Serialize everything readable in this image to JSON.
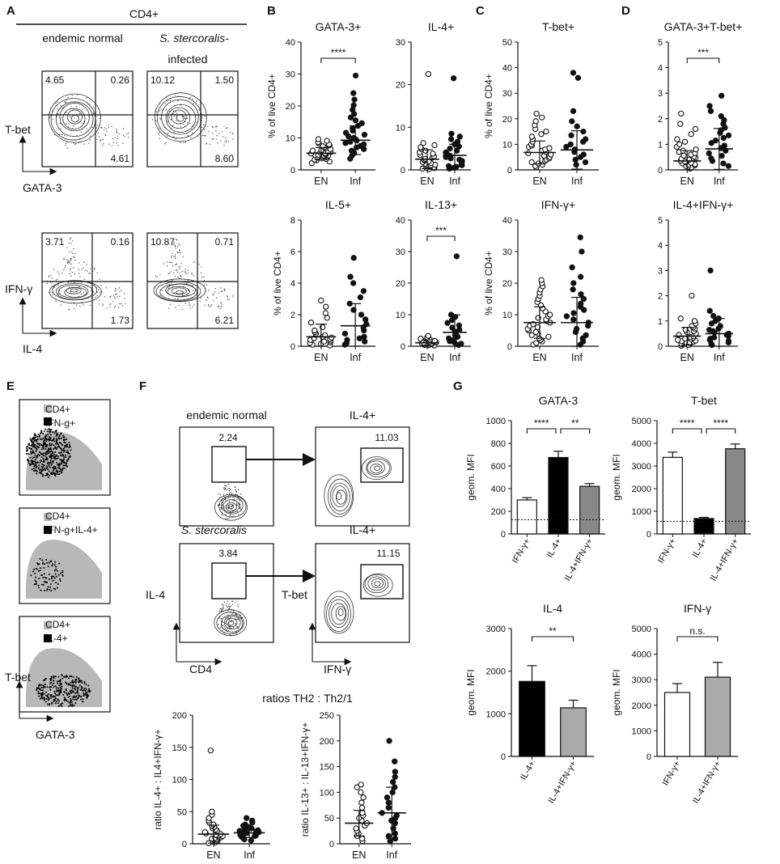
{
  "panel_letters": [
    "A",
    "B",
    "C",
    "D",
    "E",
    "F",
    "G"
  ],
  "panel_a": {
    "header": "CD4+",
    "col_headers": [
      "endemic normal",
      "S. stercoralis-",
      "infected"
    ],
    "top_row": {
      "y_label": "T-bet",
      "x_label": "GATA-3",
      "plots": [
        {
          "ul": "4.65",
          "ur": "0.26",
          "lr": "4.61"
        },
        {
          "ul": "10.12",
          "ur": "1.50",
          "lr": "8.60"
        }
      ]
    },
    "bottom_row": {
      "y_label": "IFN-γ",
      "x_label": "IL-4",
      "plots": [
        {
          "ul": "3.71",
          "ur": "0.16",
          "lr": "1.73"
        },
        {
          "ul": "10.87",
          "ur": "0.71",
          "lr": "6.21"
        }
      ]
    }
  },
  "panel_e": {
    "legends": [
      {
        "bg": "CD4+",
        "fg": "IFN-g+"
      },
      {
        "bg": "CD4+",
        "fg": "IFN-g+IL-4+"
      },
      {
        "bg": "CD4+",
        "fg": "IL-4+"
      }
    ],
    "y_label": "T-bet",
    "x_label": "GATA-3",
    "colors": {
      "background": "#b8b8b8",
      "foreground": "#000000"
    }
  },
  "panel_f": {
    "rows": [
      {
        "group_label": "endemic normal",
        "gate_value": "2.24",
        "right_title": "IL-4+",
        "right_value": "11.03"
      },
      {
        "group_label": "S. stercoralis",
        "gate_value": "3.84",
        "right_title": "IL-4+",
        "right_value": "11.15"
      }
    ],
    "left_y_label": "IL-4",
    "left_x_label": "CD4",
    "right_y_label": "T-bet",
    "right_x_label": "IFN-γ",
    "ratio_title": "ratios TH2 : Th2/1"
  },
  "panel_g_titles": [
    "GATA-3",
    "T-bet",
    "IL-4",
    "IFN-γ"
  ],
  "chart_data": [
    {
      "panel": "B",
      "type": "scatter",
      "title": "GATA-3+",
      "ylabel": "% of live CD4+",
      "categories": [
        "EN",
        "Inf"
      ],
      "ylim": [
        0,
        40
      ],
      "yticks": [
        0,
        10,
        20,
        30,
        40
      ],
      "significance": "****",
      "series": [
        {
          "name": "EN",
          "values": [
            2.1,
            2.6,
            3.0,
            3.2,
            3.4,
            3.6,
            3.8,
            3.9,
            4.0,
            4.1,
            4.3,
            4.4,
            4.5,
            4.6,
            4.7,
            4.8,
            5.0,
            5.1,
            5.2,
            5.4,
            5.6,
            5.8,
            6.0,
            6.2,
            6.5,
            6.8,
            7.1,
            7.4,
            7.7,
            8.0,
            8.3,
            8.7,
            9.1,
            9.6
          ],
          "mean": 5.2,
          "sd": 1.8
        },
        {
          "name": "Inf",
          "values": [
            3.5,
            4.5,
            5.3,
            6.0,
            6.5,
            7.0,
            7.5,
            8.0,
            8.4,
            8.8,
            9.2,
            9.6,
            10.0,
            10.5,
            11.0,
            11.6,
            12.3,
            13.0,
            13.8,
            14.6,
            15.5,
            16.4,
            17.5,
            18.8,
            20.2,
            22.0,
            24.0,
            29.5
          ],
          "mean": 9.3,
          "sd": 4.5
        }
      ]
    },
    {
      "panel": "B",
      "type": "scatter",
      "title": "IL-4+",
      "ylabel": "",
      "categories": [
        "EN",
        "Inf"
      ],
      "ylim": [
        0,
        30
      ],
      "yticks": [
        0,
        10,
        20,
        30
      ],
      "series": [
        {
          "name": "EN",
          "values": [
            0.2,
            0.3,
            0.4,
            0.5,
            0.6,
            0.7,
            0.8,
            0.9,
            1.0,
            1.1,
            1.2,
            1.4,
            1.6,
            1.8,
            2.0,
            2.2,
            2.4,
            2.6,
            2.9,
            3.2,
            3.5,
            3.8,
            4.1,
            4.5,
            4.9,
            5.3,
            5.8,
            6.3,
            22.5
          ],
          "mean": 2.5,
          "sd": 2.2
        },
        {
          "name": "Inf",
          "values": [
            0.3,
            0.5,
            0.7,
            0.9,
            1.1,
            1.3,
            1.5,
            1.8,
            2.1,
            2.4,
            2.7,
            3.0,
            3.3,
            3.7,
            4.1,
            4.5,
            5.0,
            5.5,
            6.0,
            6.6,
            7.2,
            7.8,
            8.5,
            21.5
          ],
          "mean": 3.4,
          "sd": 2.6
        }
      ]
    },
    {
      "panel": "B",
      "type": "scatter",
      "title": "IL-5+",
      "ylabel": "% of live CD4+",
      "categories": [
        "EN",
        "Inf"
      ],
      "ylim": [
        0,
        8
      ],
      "yticks": [
        0,
        2,
        4,
        6,
        8
      ],
      "series": [
        {
          "name": "EN",
          "values": [
            0.05,
            0.1,
            0.15,
            0.2,
            0.25,
            0.3,
            0.35,
            0.4,
            0.45,
            0.5,
            0.55,
            0.6,
            0.7,
            0.8,
            0.9,
            1.0,
            1.2,
            1.5,
            1.8,
            2.1,
            2.5,
            2.9
          ],
          "mean": 0.6,
          "sd": 0.8
        },
        {
          "name": "Inf",
          "values": [
            0.1,
            0.2,
            0.3,
            0.4,
            0.5,
            0.6,
            0.8,
            1.0,
            1.2,
            1.4,
            1.7,
            2.0,
            2.3,
            2.7,
            3.1,
            3.5,
            4.0,
            4.4,
            5.6
          ],
          "mean": 1.3,
          "sd": 1.4
        }
      ]
    },
    {
      "panel": "B",
      "type": "scatter",
      "title": "IL-13+",
      "ylabel": "",
      "categories": [
        "EN",
        "Inf"
      ],
      "ylim": [
        0,
        40
      ],
      "yticks": [
        0,
        10,
        20,
        30,
        40
      ],
      "significance": "***",
      "series": [
        {
          "name": "EN",
          "values": [
            0.2,
            0.3,
            0.4,
            0.5,
            0.6,
            0.7,
            0.8,
            0.9,
            1.0,
            1.1,
            1.2,
            1.3,
            1.4,
            1.5,
            1.7,
            1.9,
            2.1,
            2.4,
            2.8,
            3.3
          ],
          "mean": 1.1,
          "sd": 0.9
        },
        {
          "name": "Inf",
          "values": [
            0.4,
            0.8,
            1.2,
            1.6,
            2.0,
            2.5,
            3.0,
            3.5,
            4.0,
            4.6,
            5.2,
            5.9,
            6.6,
            7.4,
            8.3,
            9.3,
            10.0,
            28.5
          ],
          "mean": 4.4,
          "sd": 5.5
        }
      ]
    },
    {
      "panel": "C",
      "type": "scatter",
      "title": "T-bet+",
      "ylabel": "% of live CD4+",
      "categories": [
        "EN",
        "Inf"
      ],
      "ylim": [
        0,
        50
      ],
      "yticks": [
        0,
        10,
        20,
        30,
        40,
        50
      ],
      "series": [
        {
          "name": "EN",
          "values": [
            1.0,
            1.5,
            2.0,
            2.5,
            3.0,
            3.5,
            4.0,
            4.5,
            5.0,
            5.5,
            6.0,
            6.5,
            7.0,
            7.5,
            8.0,
            8.5,
            9.0,
            9.5,
            10.0,
            11.0,
            12.0,
            13.0,
            14.0,
            15.0,
            16.0,
            17.5,
            19.0,
            20.5,
            22.0
          ],
          "mean": 6.8,
          "sd": 4.5
        },
        {
          "name": "Inf",
          "values": [
            2.0,
            3.0,
            4.0,
            5.0,
            6.0,
            7.0,
            8.0,
            9.0,
            10.0,
            11.0,
            12.0,
            13.5,
            15.0,
            17.0,
            19.0,
            23.0,
            36.0,
            38.0
          ],
          "mean": 7.8,
          "sd": 7.5
        }
      ]
    },
    {
      "panel": "C",
      "type": "scatter",
      "title": "IFN-γ+",
      "ylabel": "% of live CD4+",
      "categories": [
        "EN",
        "Inf"
      ],
      "ylim": [
        0,
        40
      ],
      "yticks": [
        0,
        10,
        20,
        30,
        40
      ],
      "series": [
        {
          "name": "EN",
          "values": [
            0.5,
            1.0,
            1.5,
            2.0,
            2.5,
            3.0,
            3.5,
            4.0,
            4.5,
            5.0,
            5.5,
            6.0,
            6.5,
            7.0,
            7.5,
            8.0,
            8.5,
            9.0,
            9.5,
            10.0,
            11.0,
            12.0,
            13.0,
            14.0,
            15.0,
            16.0,
            17.0,
            18.0,
            19.0,
            20.0,
            21.0
          ],
          "mean": 7.5,
          "sd": 5.0
        },
        {
          "name": "Inf",
          "values": [
            0.5,
            1.5,
            2.5,
            3.5,
            4.5,
            5.5,
            6.5,
            7.5,
            8.5,
            9.5,
            10.5,
            11.5,
            12.5,
            13.5,
            15.0,
            16.5,
            18.0,
            20.0,
            22.0,
            25.0,
            30.0,
            34.5
          ],
          "mean": 7.5,
          "sd": 8.0
        }
      ]
    },
    {
      "panel": "D",
      "type": "scatter",
      "title": "GATA-3+T-bet+",
      "ylabel": "",
      "categories": [
        "EN",
        "Inf"
      ],
      "ylim": [
        0,
        5
      ],
      "yticks": [
        0,
        1,
        2,
        3,
        4,
        5
      ],
      "significance": "***",
      "series": [
        {
          "name": "EN",
          "values": [
            0.05,
            0.1,
            0.12,
            0.15,
            0.18,
            0.2,
            0.22,
            0.25,
            0.28,
            0.3,
            0.33,
            0.36,
            0.4,
            0.44,
            0.48,
            0.52,
            0.56,
            0.6,
            0.65,
            0.7,
            0.75,
            0.8,
            0.9,
            1.0,
            1.1,
            1.2,
            1.4,
            1.6,
            1.8,
            2.2
          ],
          "mean": 0.35,
          "sd": 0.4
        },
        {
          "name": "Inf",
          "values": [
            0.15,
            0.25,
            0.35,
            0.45,
            0.55,
            0.65,
            0.75,
            0.85,
            0.95,
            1.05,
            1.15,
            1.25,
            1.35,
            1.45,
            1.55,
            1.65,
            1.8,
            1.95,
            2.1,
            2.3,
            2.5,
            2.9
          ],
          "mean": 0.82,
          "sd": 0.8
        }
      ]
    },
    {
      "panel": "D",
      "type": "scatter",
      "title": "IL-4+IFN-γ+",
      "ylabel": "",
      "categories": [
        "EN",
        "Inf"
      ],
      "ylim": [
        0,
        5
      ],
      "yticks": [
        0,
        1,
        2,
        3,
        4,
        5
      ],
      "series": [
        {
          "name": "EN",
          "values": [
            0.02,
            0.05,
            0.08,
            0.1,
            0.12,
            0.15,
            0.18,
            0.2,
            0.22,
            0.25,
            0.28,
            0.3,
            0.33,
            0.36,
            0.4,
            0.45,
            0.5,
            0.55,
            0.6,
            0.65,
            0.7,
            0.75,
            0.8,
            0.9,
            1.0,
            1.1,
            2.0
          ],
          "mean": 0.4,
          "sd": 0.35
        },
        {
          "name": "Inf",
          "values": [
            0.05,
            0.1,
            0.15,
            0.2,
            0.25,
            0.3,
            0.35,
            0.4,
            0.45,
            0.5,
            0.55,
            0.6,
            0.65,
            0.7,
            0.8,
            0.9,
            1.0,
            1.1,
            1.2,
            1.4,
            3.0
          ],
          "mean": 0.5,
          "sd": 0.6
        }
      ]
    },
    {
      "panel": "F",
      "type": "scatter",
      "title": "",
      "ylabel": "ratio IL-4+ : IL4+IFN-γ+",
      "categories": [
        "EN",
        "Inf"
      ],
      "ylim": [
        0,
        200
      ],
      "yticks": [
        0,
        50,
        100,
        150,
        200
      ],
      "series": [
        {
          "name": "EN",
          "values": [
            1,
            2,
            3,
            4,
            5,
            6,
            7,
            8,
            9,
            10,
            11,
            12,
            13,
            14,
            15,
            16,
            18,
            20,
            22,
            24,
            26,
            28,
            30,
            33,
            36,
            40,
            45,
            50,
            145
          ],
          "mean": 15,
          "sd": 14
        },
        {
          "name": "Inf",
          "values": [
            5,
            7,
            9,
            11,
            12,
            13,
            14,
            15,
            16,
            17,
            18,
            19,
            20,
            21,
            22,
            24,
            26,
            28,
            30,
            33,
            36,
            40
          ],
          "mean": 17,
          "sd": 7
        }
      ]
    },
    {
      "panel": "F",
      "type": "scatter",
      "title": "",
      "ylabel": "ratio IL-13+ : IL-13+IFN-γ+",
      "categories": [
        "EN",
        "Inf"
      ],
      "ylim": [
        0,
        250
      ],
      "yticks": [
        0,
        50,
        100,
        150,
        200,
        250
      ],
      "series": [
        {
          "name": "EN",
          "values": [
            5,
            10,
            15,
            20,
            25,
            30,
            35,
            40,
            45,
            50,
            55,
            60,
            70,
            80,
            90,
            100,
            110,
            115
          ],
          "mean": 40,
          "sd": 25
        },
        {
          "name": "Inf",
          "values": [
            5,
            10,
            15,
            20,
            30,
            40,
            45,
            50,
            55,
            60,
            70,
            80,
            90,
            100,
            110,
            120,
            130,
            140,
            160,
            200
          ],
          "mean": 60,
          "sd": 50
        }
      ]
    },
    {
      "panel": "G",
      "type": "bar",
      "title": "GATA-3",
      "ylabel": "geom. MFI",
      "categories": [
        "IFN-γ+",
        "IL-4+",
        "IL-4+IFN-γ+"
      ],
      "values": [
        300,
        675,
        420
      ],
      "errors": [
        20,
        55,
        25
      ],
      "colors": [
        "#ffffff",
        "#000000",
        "#888888"
      ],
      "ylim": [
        0,
        1000
      ],
      "yticks": [
        0,
        200,
        400,
        600,
        800,
        1000
      ],
      "baseline": 125,
      "brackets": [
        {
          "from": 0,
          "to": 1,
          "label": "****"
        },
        {
          "from": 1,
          "to": 2,
          "label": "**"
        }
      ]
    },
    {
      "panel": "G",
      "type": "bar",
      "title": "T-bet",
      "ylabel": "geom. MFI",
      "categories": [
        "IFN-γ+",
        "IL-4+",
        "IL-4+IFN-γ+"
      ],
      "values": [
        3380,
        680,
        3760
      ],
      "errors": [
        230,
        50,
        210
      ],
      "colors": [
        "#ffffff",
        "#000000",
        "#888888"
      ],
      "ylim": [
        0,
        5000
      ],
      "yticks": [
        0,
        1000,
        2000,
        3000,
        4000,
        5000
      ],
      "baseline": 560,
      "brackets": [
        {
          "from": 0,
          "to": 1,
          "label": "****"
        },
        {
          "from": 1,
          "to": 2,
          "label": "****"
        }
      ]
    },
    {
      "panel": "G",
      "type": "bar",
      "title": "IL-4",
      "ylabel": "geom. MFI",
      "categories": [
        "IL-4+",
        "IL-4+IFN-γ+"
      ],
      "values": [
        1760,
        1140
      ],
      "errors": [
        370,
        180
      ],
      "colors": [
        "#000000",
        "#aaaaaa"
      ],
      "ylim": [
        0,
        3000
      ],
      "yticks": [
        0,
        1000,
        2000,
        3000
      ],
      "brackets": [
        {
          "from": 0,
          "to": 1,
          "label": "**"
        }
      ]
    },
    {
      "panel": "G",
      "type": "bar",
      "title": "IFN-γ",
      "ylabel": "geom. MFI",
      "categories": [
        "IFN-γ+",
        "IL-4+IFN-γ+"
      ],
      "values": [
        2500,
        3100
      ],
      "errors": [
        350,
        580
      ],
      "colors": [
        "#ffffff",
        "#aaaaaa"
      ],
      "ylim": [
        0,
        5000
      ],
      "yticks": [
        0,
        1000,
        2000,
        3000,
        4000,
        5000
      ],
      "brackets": [
        {
          "from": 0,
          "to": 1,
          "label": "n.s."
        }
      ]
    }
  ]
}
